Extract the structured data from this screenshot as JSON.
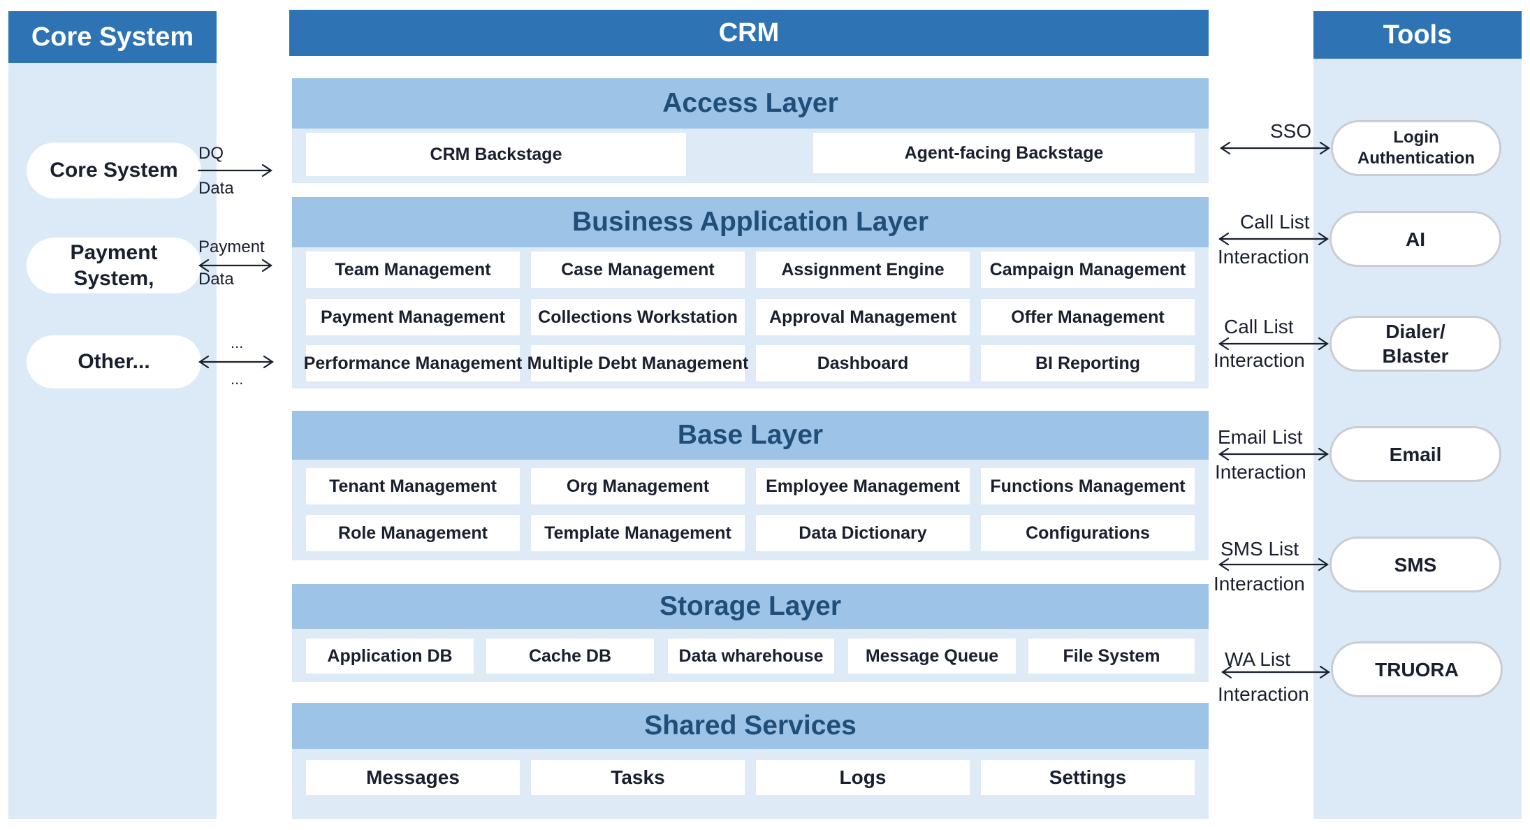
{
  "left_panel": {
    "title": "Core System",
    "systems": [
      {
        "label": "Core System",
        "top_label": "DQ",
        "bottom_label": "Data"
      },
      {
        "label": "Payment System,",
        "top_label": "Payment",
        "bottom_label": "Data"
      },
      {
        "label": "Other...",
        "top_label": "...",
        "bottom_label": "..."
      }
    ]
  },
  "center": {
    "title": "CRM",
    "access_layer": {
      "title": "Access Layer",
      "items": [
        "CRM Backstage",
        "Agent-facing Backstage"
      ]
    },
    "business_layer": {
      "title": "Business Application Layer",
      "items": [
        "Team Management",
        "Case Management",
        "Assignment Engine",
        "Campaign Management",
        "Payment Management",
        "Collections Workstation",
        "Approval Management",
        "Offer Management",
        "Performance Management",
        "Multiple Debt Management",
        "Dashboard",
        "BI Reporting"
      ]
    },
    "base_layer": {
      "title": "Base Layer",
      "items": [
        "Tenant Management",
        "Org Management",
        "Employee Management",
        "Functions Management",
        "Role Management",
        "Template Management",
        "Data Dictionary",
        "Configurations"
      ]
    },
    "storage_layer": {
      "title": "Storage Layer",
      "items": [
        "Application DB",
        "Cache DB",
        "Data wharehouse",
        "Message Queue",
        "File System"
      ]
    },
    "shared_services": {
      "title": "Shared Services",
      "items": [
        "Messages",
        "Tasks",
        "Logs",
        "Settings"
      ]
    }
  },
  "right_panel": {
    "title": "Tools",
    "tools": [
      {
        "label": "Login Authentication",
        "top_label": "SSO",
        "bottom_label": ""
      },
      {
        "label": "AI",
        "top_label": "Call List",
        "bottom_label": "Interaction"
      },
      {
        "label": "Dialer/ Blaster",
        "top_label": "Call List",
        "bottom_label": "Interaction"
      },
      {
        "label": "Email",
        "top_label": "Email List",
        "bottom_label": "Interaction"
      },
      {
        "label": "SMS",
        "top_label": "SMS List",
        "bottom_label": "Interaction"
      },
      {
        "label": "TRUORA",
        "top_label": "WA List",
        "bottom_label": "Interaction"
      }
    ]
  },
  "colors": {
    "header_blue": "#2e74b5",
    "layer_head": "#9dc3e6",
    "panel_bg": "#dce9f6",
    "title_text": "#1f4e79"
  }
}
